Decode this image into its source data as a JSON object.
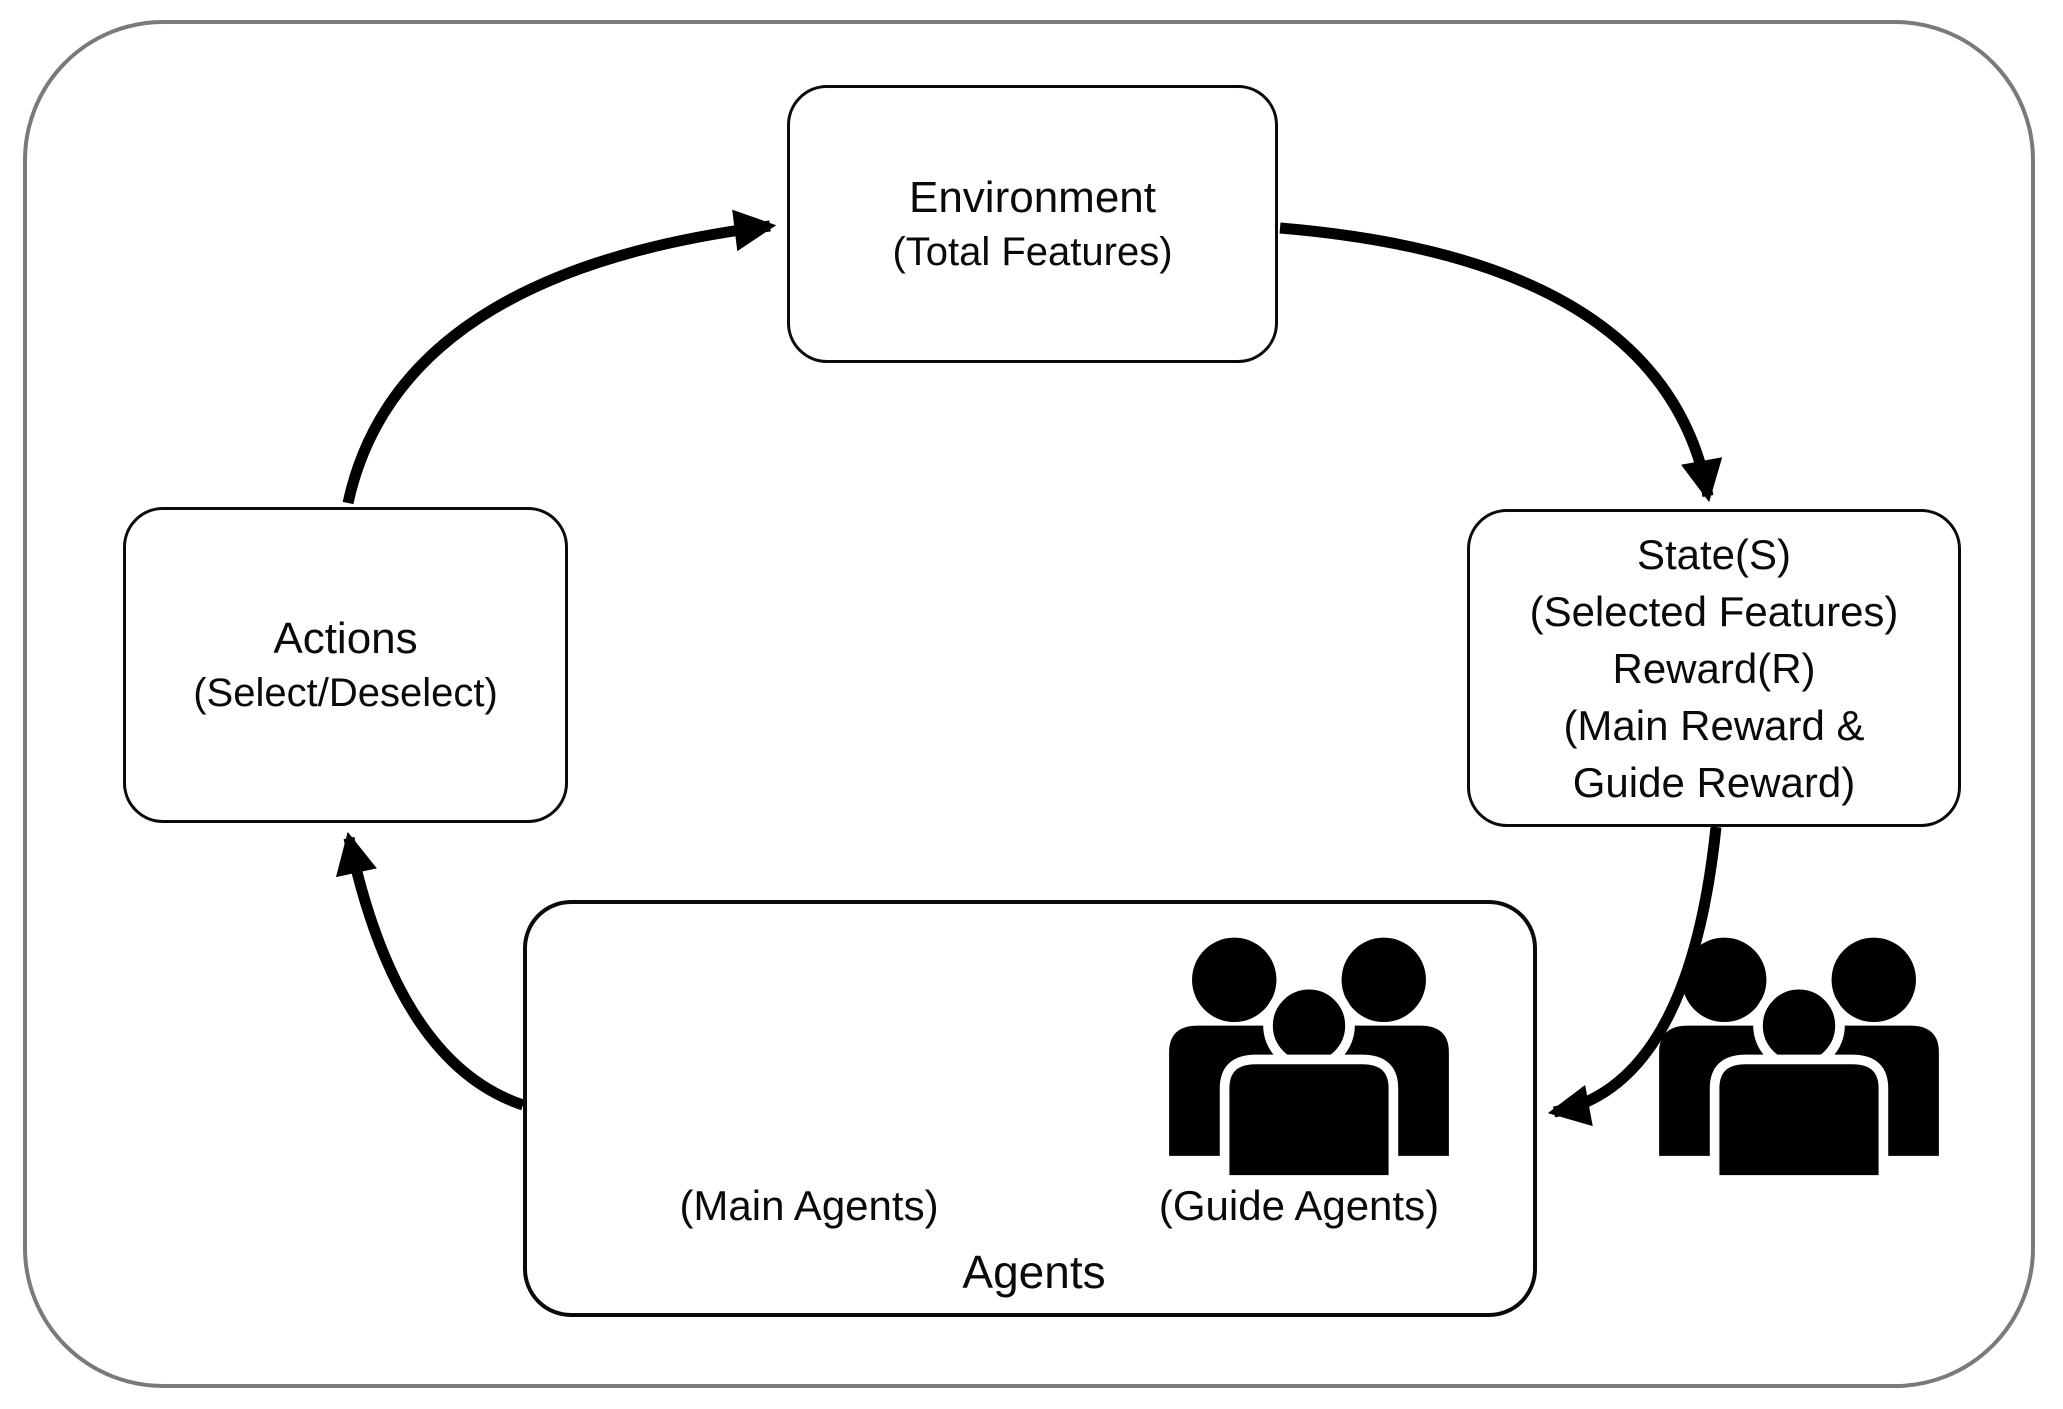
{
  "diagram": {
    "description": "Reinforcement learning feature-selection cycle",
    "colors": {
      "line": "#000000",
      "outer_border": "#7a7a7a",
      "box_fill": "#ffffff",
      "text": "#0a0a0a"
    },
    "nodes": {
      "environment": {
        "title": "Environment",
        "subtitle": "(Total Features)"
      },
      "state_reward": {
        "lines": [
          "State(S)",
          "(Selected Features)",
          "Reward(R)",
          "(Main Reward &",
          "Guide Reward)"
        ]
      },
      "actions": {
        "title": "Actions",
        "subtitle": "(Select/Deselect)"
      },
      "agents": {
        "title": "Agents",
        "groups": [
          {
            "label": "(Main Agents)",
            "icon": "people-group-icon"
          },
          {
            "label": "(Guide Agents)",
            "icon": "people-group-icon"
          }
        ]
      }
    },
    "edges": [
      {
        "from": "actions",
        "to": "environment"
      },
      {
        "from": "environment",
        "to": "state_reward"
      },
      {
        "from": "state_reward",
        "to": "agents"
      },
      {
        "from": "agents",
        "to": "actions"
      }
    ]
  }
}
